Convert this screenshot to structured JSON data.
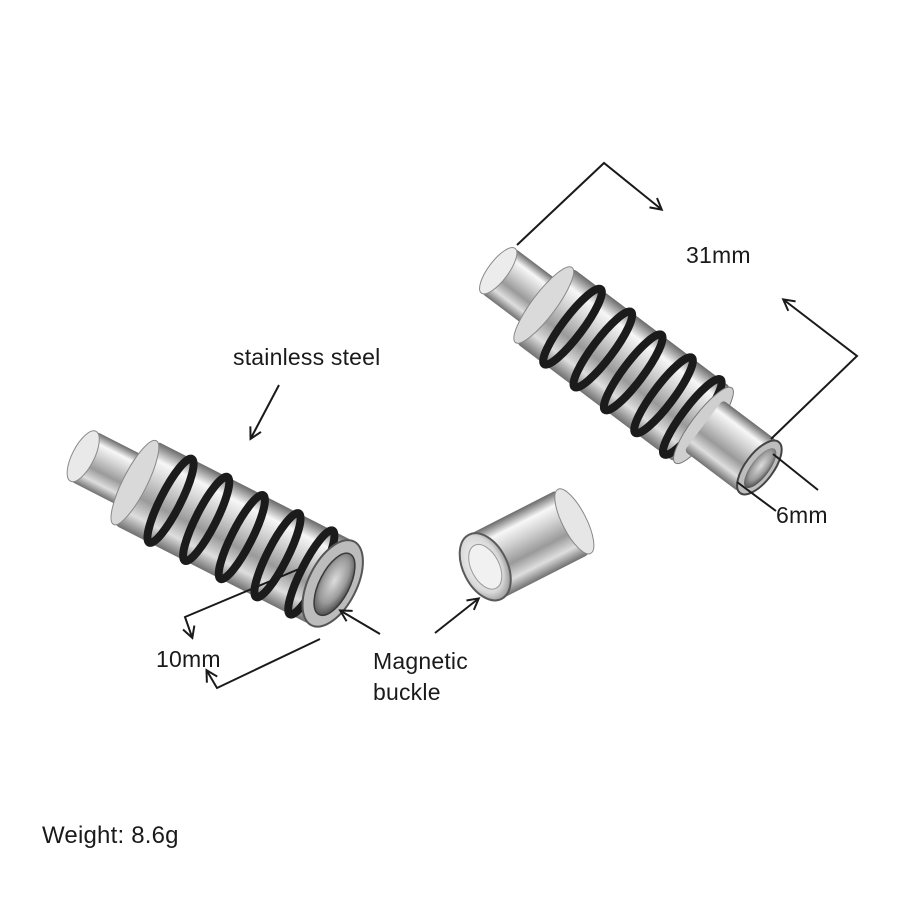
{
  "labels": {
    "material": "stainless steel",
    "length": "31mm",
    "inner_diameter": "6mm",
    "outer_diameter": "10mm",
    "magnet_line1": "Magnetic",
    "magnet_line2": "buckle",
    "weight": "Weight: 8.6g"
  },
  "colors": {
    "background": "#ffffff",
    "steel_light": "#f4f4f4",
    "steel_mid": "#b9b9b9",
    "steel_dark": "#5a5a5a",
    "rubber_ring": "#1b1b1b",
    "annotation": "#1a1a1a"
  }
}
